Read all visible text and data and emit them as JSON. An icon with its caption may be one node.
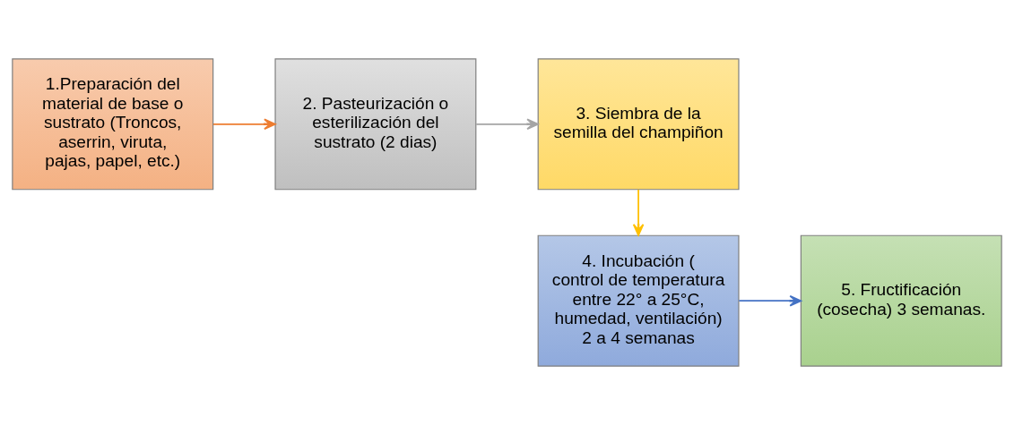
{
  "diagram": {
    "nodes": [
      {
        "text": [
          "1.Preparación del material de base o sustrato (Troncos, aserrin, viruta, pajas, papel, etc.)"
        ]
      },
      {
        "text": [
          "2. Pasteurización o esterilización del sustrato (2 dias)"
        ]
      },
      {
        "text": [
          "3. Siembra de la semilla del champiñon"
        ]
      },
      {
        "text": [
          "4. Incubación ( control de temperatura entre 22° a 25°C, humedad, ventilación) 2 a 4 semanas"
        ]
      },
      {
        "text": [
          "5. Fructificación (cosecha) 3 semanas."
        ]
      }
    ],
    "edges": [
      {
        "from": 0,
        "to": 1,
        "arrow": "to",
        "color": "#ed7d31"
      },
      {
        "from": 1,
        "to": 2,
        "arrow": "to",
        "color": "#a5a5a5"
      },
      {
        "from": 2,
        "to": 3,
        "arrow": "to",
        "color": "#ffc000"
      },
      {
        "from": 3,
        "to": 4,
        "arrow": "to",
        "color": "#4472c4"
      }
    ]
  }
}
